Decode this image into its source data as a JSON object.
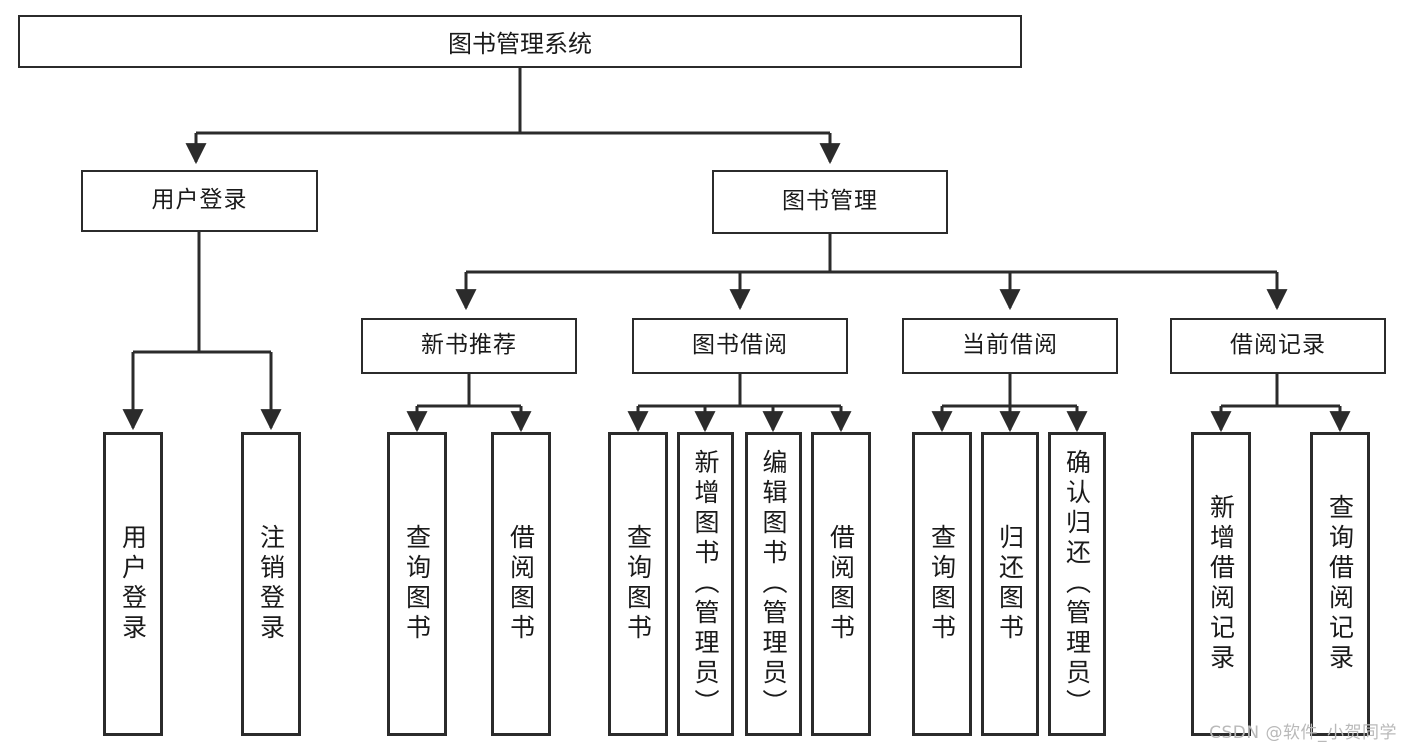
{
  "diagram": {
    "title": "图书管理系统",
    "watermark": "CSDN @软件_小贺同学",
    "levels": {
      "root": {
        "label": "图书管理系统"
      },
      "level2": [
        {
          "id": "user-login",
          "label": "用户登录"
        },
        {
          "id": "book-manage",
          "label": "图书管理"
        }
      ],
      "level3": [
        {
          "id": "new-book-recommend",
          "label": "新书推荐"
        },
        {
          "id": "book-borrow",
          "label": "图书借阅"
        },
        {
          "id": "current-borrow",
          "label": "当前借阅"
        },
        {
          "id": "borrow-record",
          "label": "借阅记录"
        }
      ],
      "leaves": [
        {
          "id": "leaf-user-login",
          "label": "用户登录",
          "parent": "user-login"
        },
        {
          "id": "leaf-logout-login",
          "label": "注销登录",
          "parent": "user-login"
        },
        {
          "id": "leaf-query-book-1",
          "label": "查询图书",
          "parent": "new-book-recommend"
        },
        {
          "id": "leaf-borrow-book-1",
          "label": "借阅图书",
          "parent": "new-book-recommend"
        },
        {
          "id": "leaf-query-book-2",
          "label": "查询图书",
          "parent": "book-borrow"
        },
        {
          "id": "leaf-add-book",
          "label": "新增图书（管理员）",
          "parent": "book-borrow"
        },
        {
          "id": "leaf-edit-book",
          "label": "编辑图书（管理员）",
          "parent": "book-borrow"
        },
        {
          "id": "leaf-borrow-book-2",
          "label": "借阅图书",
          "parent": "book-borrow"
        },
        {
          "id": "leaf-query-book-3",
          "label": "查询图书",
          "parent": "current-borrow"
        },
        {
          "id": "leaf-return-book",
          "label": "归还图书",
          "parent": "current-borrow"
        },
        {
          "id": "leaf-confirm-return",
          "label": "确认归还（管理员）",
          "parent": "current-borrow"
        },
        {
          "id": "leaf-add-record",
          "label": "新增借阅记录",
          "parent": "borrow-record"
        },
        {
          "id": "leaf-query-record",
          "label": "查询借阅记录",
          "parent": "borrow-record"
        }
      ]
    },
    "colors": {
      "stroke": "#2b2b2b",
      "fill": "#ffffff",
      "text": "#1a1a1a",
      "watermark": "#b9b9b9"
    }
  }
}
